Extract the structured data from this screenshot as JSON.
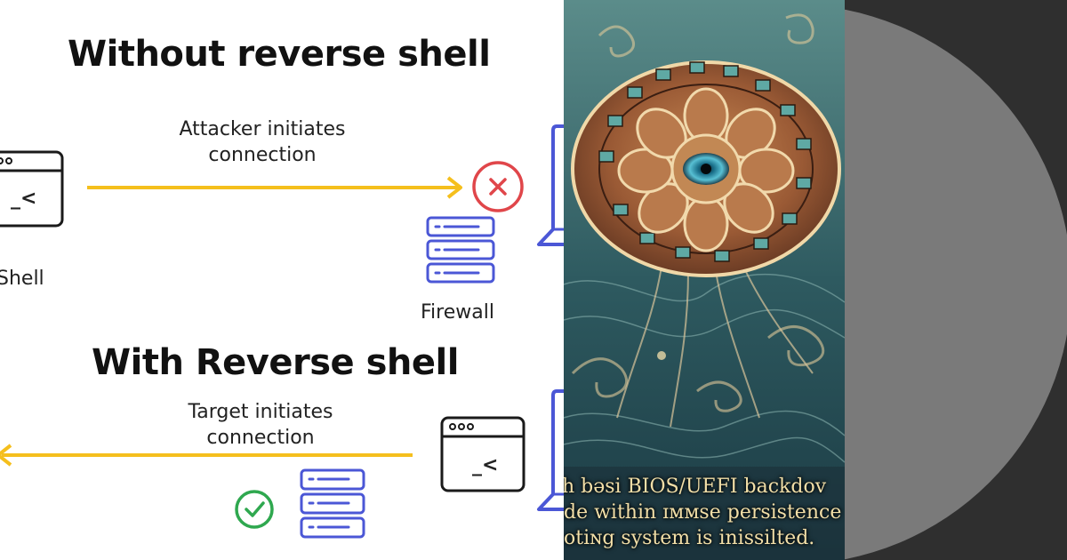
{
  "diagram": {
    "section_top_title": "Without reverse shell",
    "section_top_label_line1": "Attacker initiates",
    "section_top_label_line2": "connection",
    "shell_label": "Shell",
    "firewall_label": "Firewall",
    "section_bottom_title": "With Reverse shell",
    "section_bottom_label_line1": "Target initiates",
    "section_bottom_label_line2": "connection",
    "prompt_glyph": "_<",
    "colors": {
      "arrow": "#F5BF1D",
      "blocked": "#E0464A",
      "allowed": "#2FA84F",
      "server": "#4B57D6"
    }
  },
  "art": {
    "caption_line1": "h bəsi BIOS/UEFI backdov",
    "caption_line2": "de within ɪᴍᴍse persistence",
    "caption_line3": "otiɴg system is inissilted."
  },
  "icons": [
    "terminal-window-icon",
    "x-circle-icon",
    "server-stack-icon",
    "check-circle-icon",
    "laptop-icon"
  ]
}
